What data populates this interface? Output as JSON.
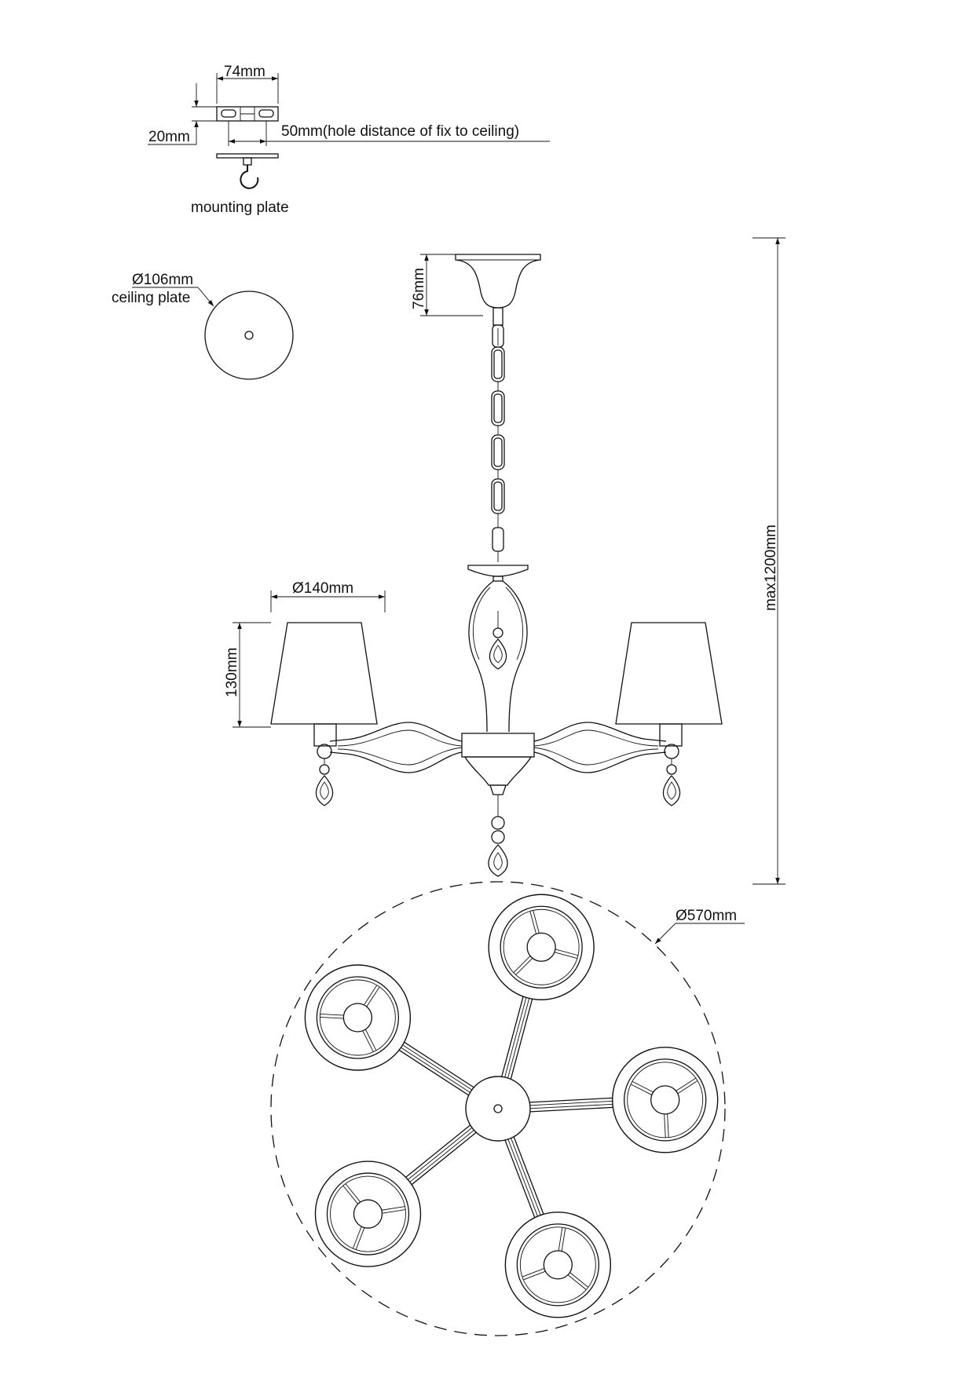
{
  "mounting_plate": {
    "width_label": "74mm",
    "height_label": "20mm",
    "hole_distance_label": "50mm(hole distance of fix to ceiling)",
    "caption": "mounting plate"
  },
  "ceiling_plate": {
    "diameter_label": "Ø106mm",
    "caption": "ceiling plate"
  },
  "side_view": {
    "canopy_height_label": "76mm",
    "total_height_label": "max1200mm",
    "shade_diameter_label": "Ø140mm",
    "shade_height_label": "130mm"
  },
  "top_view": {
    "overall_diameter_label": "Ø570mm",
    "arm_count": 5
  }
}
